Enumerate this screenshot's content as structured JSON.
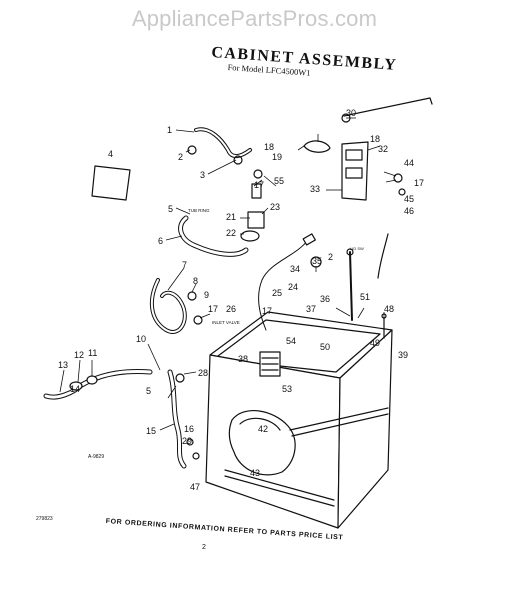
{
  "watermark": "AppliancePartsPros.com",
  "title": "CABINET ASSEMBLY",
  "subtitle": "For Model LFC4500W1",
  "footer": "FOR ORDERING INFORMATION REFER TO PARTS PRICE LIST",
  "page_number": "2",
  "figure_code": "A-9829",
  "corner_code": "279823",
  "inline_labels": {
    "tub_ring": "TUB RING",
    "inlet_valve": "INLET VALVE",
    "lid_switch": "LID SW"
  },
  "callouts": [
    {
      "id": "c1",
      "text": "1"
    },
    {
      "id": "c2a",
      "text": "2"
    },
    {
      "id": "c3",
      "text": "3"
    },
    {
      "id": "c4",
      "text": "4"
    },
    {
      "id": "c5a",
      "text": "5"
    },
    {
      "id": "c6",
      "text": "6"
    },
    {
      "id": "c7",
      "text": "7"
    },
    {
      "id": "c8",
      "text": "8"
    },
    {
      "id": "c9",
      "text": "9"
    },
    {
      "id": "c10",
      "text": "10"
    },
    {
      "id": "c11",
      "text": "11"
    },
    {
      "id": "c12",
      "text": "12"
    },
    {
      "id": "c13",
      "text": "13"
    },
    {
      "id": "c14",
      "text": "14"
    },
    {
      "id": "c15",
      "text": "15"
    },
    {
      "id": "c16",
      "text": "16"
    },
    {
      "id": "c17a",
      "text": "17"
    },
    {
      "id": "c17b",
      "text": "17"
    },
    {
      "id": "c17c",
      "text": "17"
    },
    {
      "id": "c18a",
      "text": "18"
    },
    {
      "id": "c18b",
      "text": "18"
    },
    {
      "id": "c19",
      "text": "19"
    },
    {
      "id": "c21",
      "text": "21"
    },
    {
      "id": "c22",
      "text": "22"
    },
    {
      "id": "c23",
      "text": "23"
    },
    {
      "id": "c24",
      "text": "24"
    },
    {
      "id": "c25",
      "text": "25"
    },
    {
      "id": "c26",
      "text": "26"
    },
    {
      "id": "c28",
      "text": "28"
    },
    {
      "id": "c29",
      "text": "29"
    },
    {
      "id": "c30",
      "text": "30"
    },
    {
      "id": "c32",
      "text": "32"
    },
    {
      "id": "c33",
      "text": "33"
    },
    {
      "id": "c34",
      "text": "34"
    },
    {
      "id": "c35",
      "text": "35"
    },
    {
      "id": "c36",
      "text": "36"
    },
    {
      "id": "c37",
      "text": "37"
    },
    {
      "id": "c38",
      "text": "38"
    },
    {
      "id": "c39",
      "text": "39"
    },
    {
      "id": "c42",
      "text": "42"
    },
    {
      "id": "c43",
      "text": "43"
    },
    {
      "id": "c44",
      "text": "44"
    },
    {
      "id": "c45",
      "text": "45"
    },
    {
      "id": "c46",
      "text": "46"
    },
    {
      "id": "c47",
      "text": "47"
    },
    {
      "id": "c48",
      "text": "48"
    },
    {
      "id": "c49",
      "text": "49"
    },
    {
      "id": "c50",
      "text": "50"
    },
    {
      "id": "c51",
      "text": "51"
    },
    {
      "id": "c53",
      "text": "53"
    },
    {
      "id": "c54",
      "text": "54"
    },
    {
      "id": "c55",
      "text": "55"
    },
    {
      "id": "c2b",
      "text": "2"
    },
    {
      "id": "c5b",
      "text": "5"
    },
    {
      "id": "c17d",
      "text": "17"
    }
  ]
}
